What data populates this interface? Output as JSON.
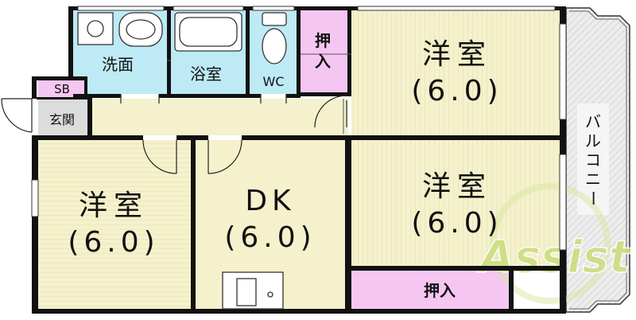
{
  "rooms": {
    "west_room": {
      "name": "洋室",
      "size": "(6.0)"
    },
    "north_east_room": {
      "name": "洋室",
      "size": "(6.0)"
    },
    "south_east_room": {
      "name": "洋室",
      "size": "(6.0)"
    },
    "dining_kitchen": {
      "name": "DK",
      "size": "(6.0)"
    },
    "washroom": {
      "name": "洗面"
    },
    "bathroom": {
      "name": "浴室"
    },
    "toilet": {
      "name": "WC"
    },
    "closet_upper": {
      "name": "押入"
    },
    "closet_lower": {
      "name": "押入"
    },
    "shoe_box": {
      "name": "SB"
    },
    "entrance": {
      "name": "玄関"
    },
    "balcony": {
      "name": "バルコニー"
    }
  },
  "watermark": {
    "text": "Assist"
  },
  "colors": {
    "wall": "#111111",
    "tatami_floor": "#f4f1cc",
    "wet_area": "#bdeaf4",
    "closet": "#f6c6f3",
    "entrance_floor": "#dcdcdc",
    "balcony": "#ececec",
    "watermark_green": "#c9dc7a"
  }
}
